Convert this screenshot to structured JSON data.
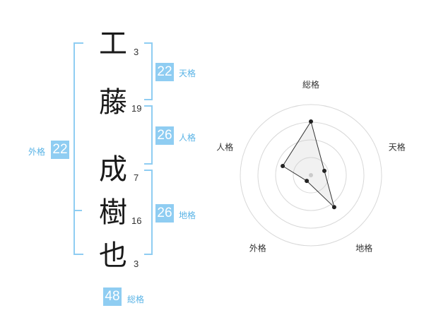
{
  "name": {
    "characters": [
      {
        "char": "工",
        "strokes": "3"
      },
      {
        "char": "藤",
        "strokes": "19"
      },
      {
        "char": "成",
        "strokes": "7"
      },
      {
        "char": "樹",
        "strokes": "16"
      },
      {
        "char": "也",
        "strokes": "3"
      }
    ]
  },
  "kaku": {
    "tenkaku": {
      "value": "22",
      "label": "天格"
    },
    "jinkaku": {
      "value": "26",
      "label": "人格"
    },
    "chikaku": {
      "value": "26",
      "label": "地格"
    },
    "gaikaku": {
      "value": "22",
      "label": "外格"
    },
    "soukaku": {
      "value": "48",
      "label": "総格"
    }
  },
  "colors": {
    "accent": "#8fcdf2",
    "accent_text": "#59b3e6"
  },
  "chart_data": {
    "type": "radar",
    "axes": [
      "総格",
      "天格",
      "地格",
      "外格",
      "人格"
    ],
    "values": [
      0.76,
      0.2,
      0.56,
      0.1,
      0.42
    ],
    "rings": 4,
    "range": [
      0,
      1
    ]
  }
}
